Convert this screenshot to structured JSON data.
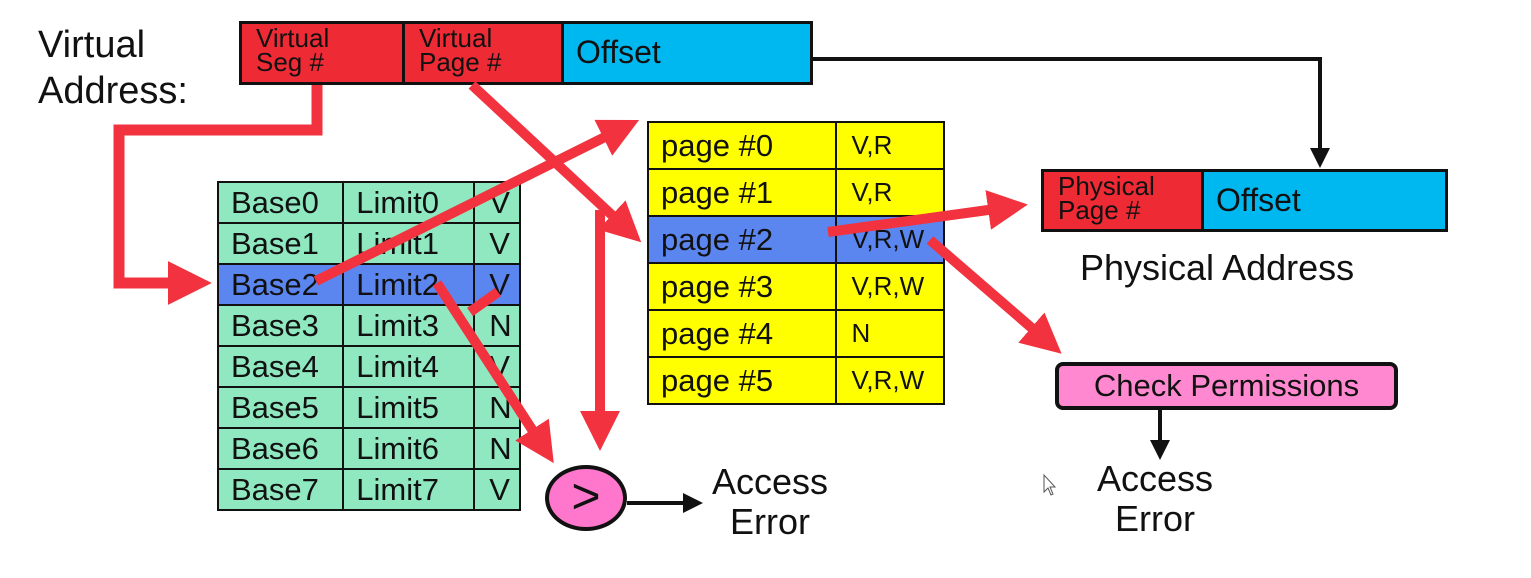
{
  "virtual_address_label": [
    "Virtual",
    "Address:"
  ],
  "virtual_address_fields": {
    "seg": [
      "Virtual",
      "Seg #"
    ],
    "page": [
      "Virtual",
      "Page #"
    ],
    "offset": "Offset"
  },
  "segment_table": [
    {
      "base": "Base0",
      "limit": "Limit0",
      "flag": "V"
    },
    {
      "base": "Base1",
      "limit": "Limit1",
      "flag": "V"
    },
    {
      "base": "Base2",
      "limit": "Limit2",
      "flag": "V"
    },
    {
      "base": "Base3",
      "limit": "Limit3",
      "flag": "N"
    },
    {
      "base": "Base4",
      "limit": "Limit4",
      "flag": "V"
    },
    {
      "base": "Base5",
      "limit": "Limit5",
      "flag": "N"
    },
    {
      "base": "Base6",
      "limit": "Limit6",
      "flag": "N"
    },
    {
      "base": "Base7",
      "limit": "Limit7",
      "flag": "V"
    }
  ],
  "page_table": [
    {
      "page": "page #0",
      "perm": "V,R"
    },
    {
      "page": "page #1",
      "perm": "V,R"
    },
    {
      "page": "page #2",
      "perm": "V,R,W"
    },
    {
      "page": "page #3",
      "perm": "V,R,W"
    },
    {
      "page": "page #4",
      "perm": "N"
    },
    {
      "page": "page #5",
      "perm": "V,R,W"
    }
  ],
  "physical_address_fields": {
    "page": [
      "Physical",
      "Page #"
    ],
    "offset": "Offset"
  },
  "physical_address_label": "Physical Address",
  "comparator_symbol": ">",
  "check_permissions": "Check Permissions",
  "access_error_left": [
    "Access",
    "Error"
  ],
  "access_error_right": [
    "Access",
    "Error"
  ],
  "colors": {
    "red_field": "#ee2a35",
    "cyan_field": "#00b8f0",
    "segment_row": "#8fe8c0",
    "page_row": "#ffff00",
    "selected_row": "#5b86f0",
    "arrow": "#f2333f",
    "pink": "#ff77cc"
  }
}
